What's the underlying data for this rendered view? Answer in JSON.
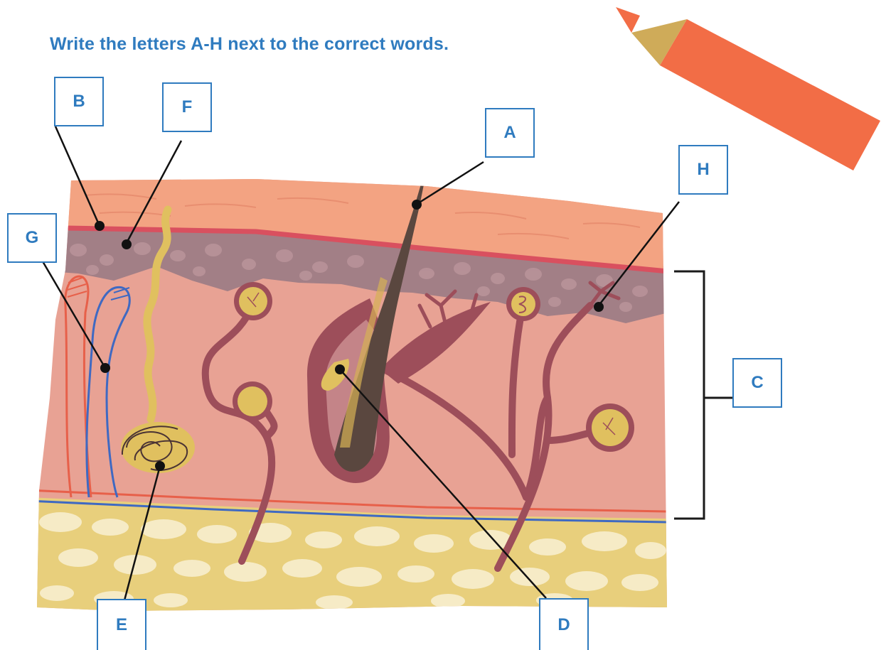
{
  "instruction": "Write the letters A-H next to the correct words.",
  "labels": {
    "a": "A",
    "b": "B",
    "c": "C",
    "d": "D",
    "e": "E",
    "f": "F",
    "g": "G",
    "h": "H"
  },
  "colors": {
    "label_blue": "#2f7bbf",
    "epidermis": "#f3a382",
    "basal_layer": "#a27f86",
    "dermis": "#e8a294",
    "fat": "#e8cf7c",
    "vessel_red": "#e7604a",
    "vessel_blue": "#3f69c2",
    "nerve": "#9d4e5a",
    "hair": "#5a473f",
    "pencil_body": "#f26d46",
    "pencil_wood": "#cfab59"
  }
}
